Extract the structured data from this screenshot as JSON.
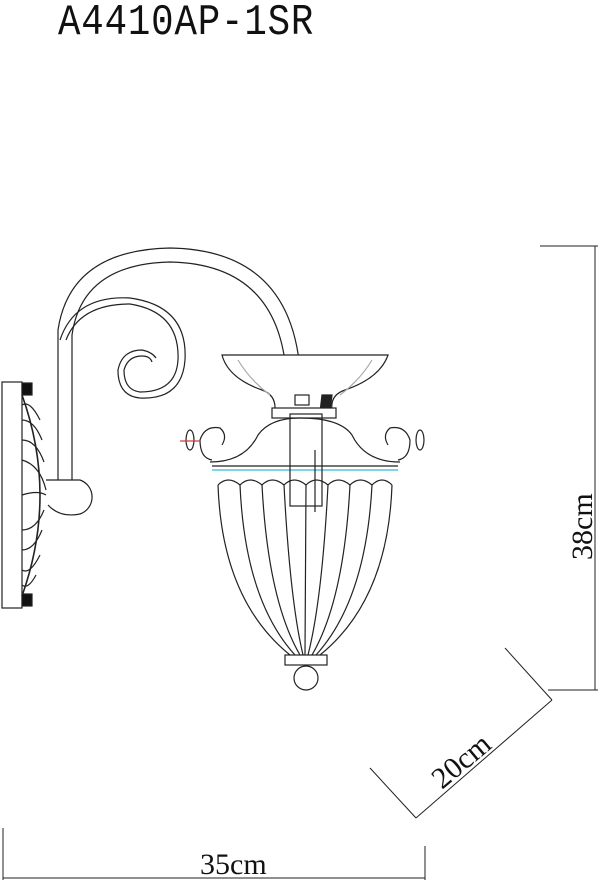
{
  "drawing": {
    "title": "A4410AP-1SR",
    "dimensions": {
      "height": "38cm",
      "depth": "20cm",
      "width": "35cm"
    },
    "colors": {
      "line": "#222222",
      "accent_cyan": "#7fd6e0",
      "accent_red": "#d33a3a",
      "background": "#ffffff"
    }
  }
}
